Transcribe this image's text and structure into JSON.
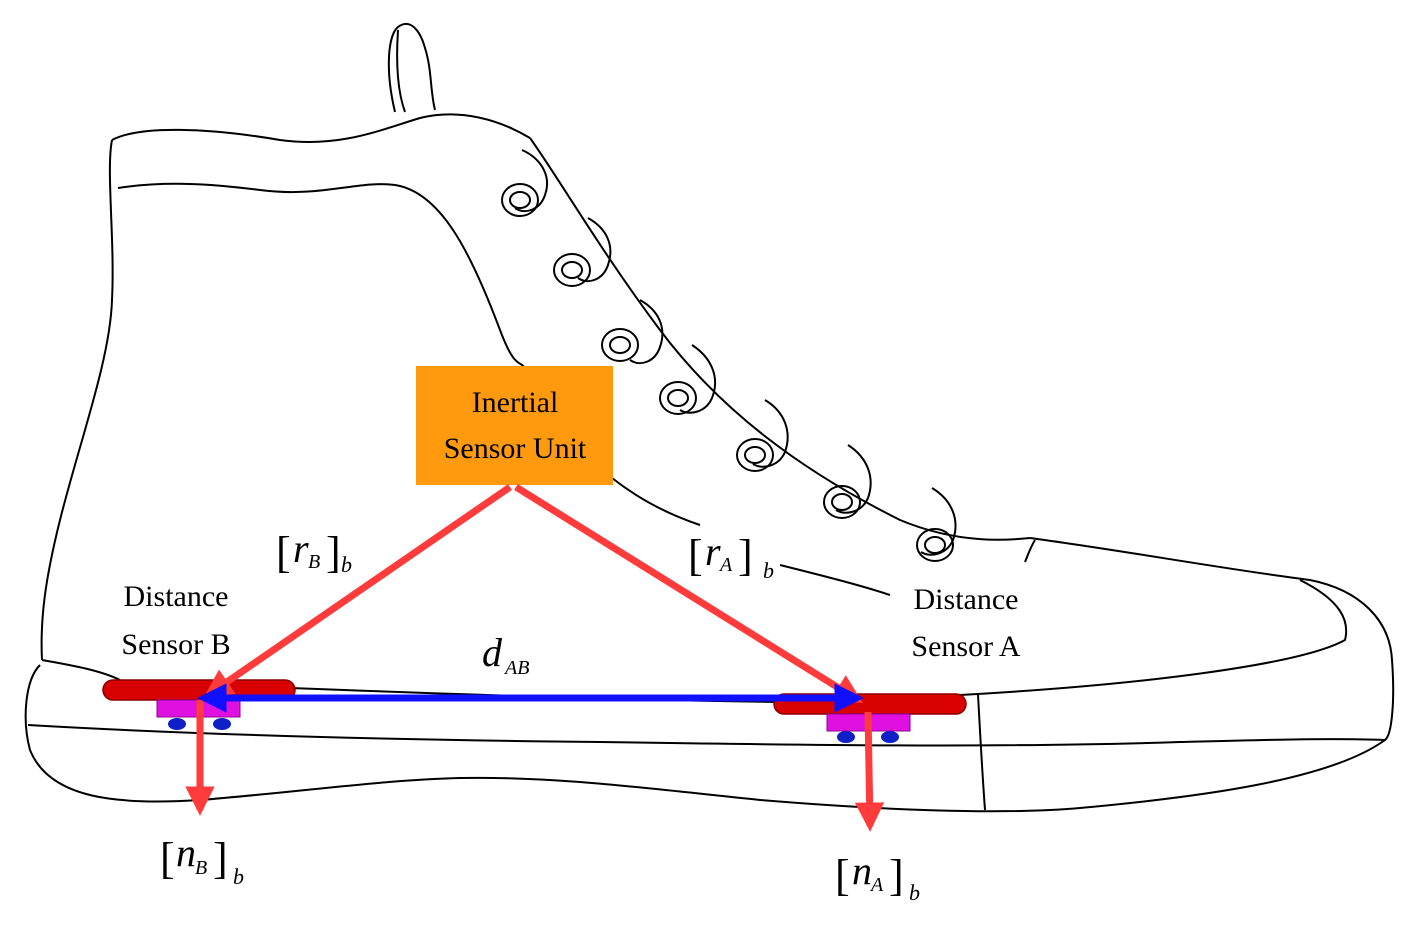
{
  "inertial_unit": {
    "line1": "Inertial",
    "line2": "Sensor Unit"
  },
  "sensor_b": {
    "line1": "Distance",
    "line2": "Sensor B"
  },
  "sensor_a": {
    "line1": "Distance",
    "line2": "Sensor A"
  },
  "labels": {
    "r_b": {
      "main": "r",
      "sub": "B",
      "outer": "b"
    },
    "r_a": {
      "main": "r",
      "sub": "A",
      "outer": "b"
    },
    "n_b": {
      "main": "n",
      "sub": "B",
      "outer": "b"
    },
    "n_a": {
      "main": "n",
      "sub": "A",
      "outer": "b"
    },
    "d_ab": {
      "main": "d",
      "sub": "AB"
    }
  },
  "colors": {
    "vector_red": "#ff3b3b",
    "vector_blue": "#1010ff",
    "unit_fill": "#ff9a0e",
    "plate_red": "#d80000",
    "plate_magenta": "#e010e0",
    "bolt_blue": "#1020c8",
    "outline": "#000000"
  }
}
